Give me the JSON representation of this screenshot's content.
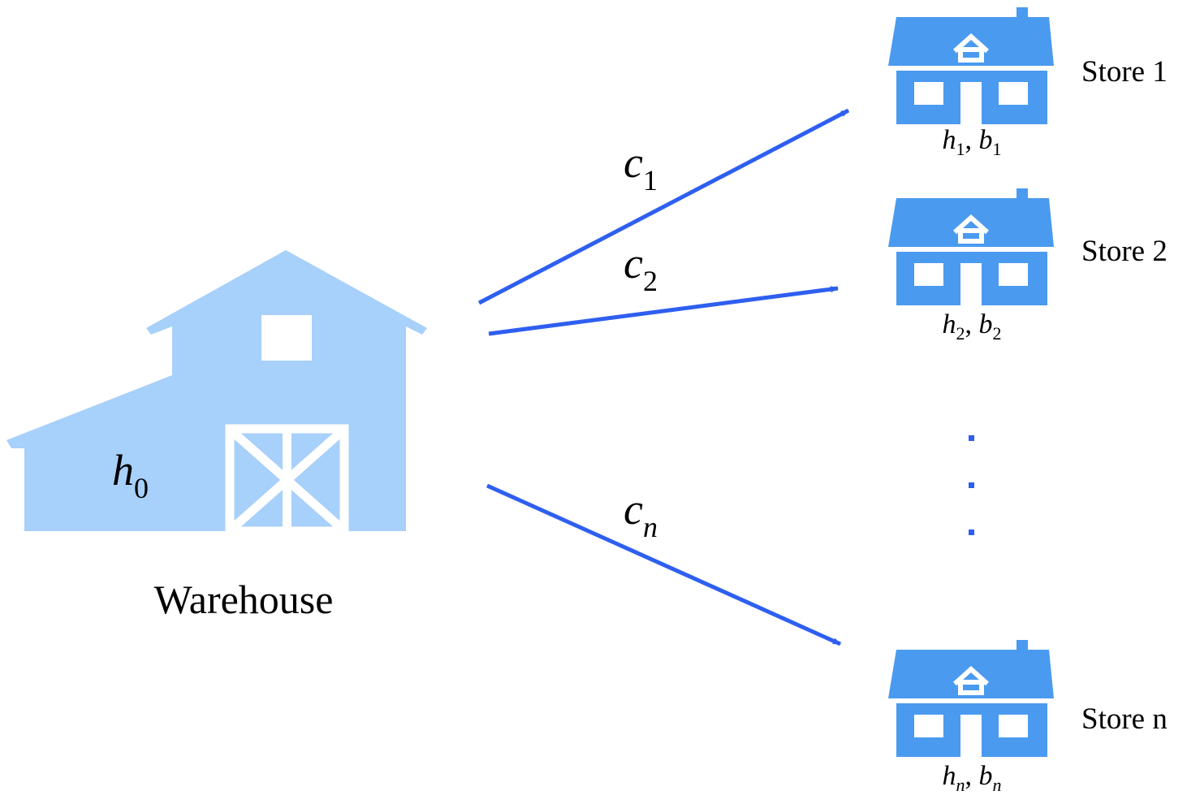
{
  "colors": {
    "warehouse_fill": "#a7d0fa",
    "store_fill": "#4a9af0",
    "arrow": "#2e5ff0",
    "text": "#000000"
  },
  "warehouse": {
    "icon": "barn-icon",
    "label": "Warehouse",
    "holding_cost": {
      "base": "h",
      "sub": "0"
    }
  },
  "routes": [
    {
      "base": "c",
      "sub": "1"
    },
    {
      "base": "c",
      "sub": "2"
    },
    {
      "base": "c",
      "sub": "n"
    }
  ],
  "stores": [
    {
      "label": "Store 1",
      "icon": "store-icon",
      "h": {
        "base": "h",
        "sub": "1"
      },
      "b": {
        "base": "b",
        "sub": "1"
      }
    },
    {
      "label": "Store 2",
      "icon": "store-icon",
      "h": {
        "base": "h",
        "sub": "2"
      },
      "b": {
        "base": "b",
        "sub": "2"
      }
    },
    {
      "label": "Store n",
      "icon": "store-icon",
      "h": {
        "base": "h",
        "sub": "n"
      },
      "b": {
        "base": "b",
        "sub": "n"
      }
    }
  ],
  "separator": ","
}
